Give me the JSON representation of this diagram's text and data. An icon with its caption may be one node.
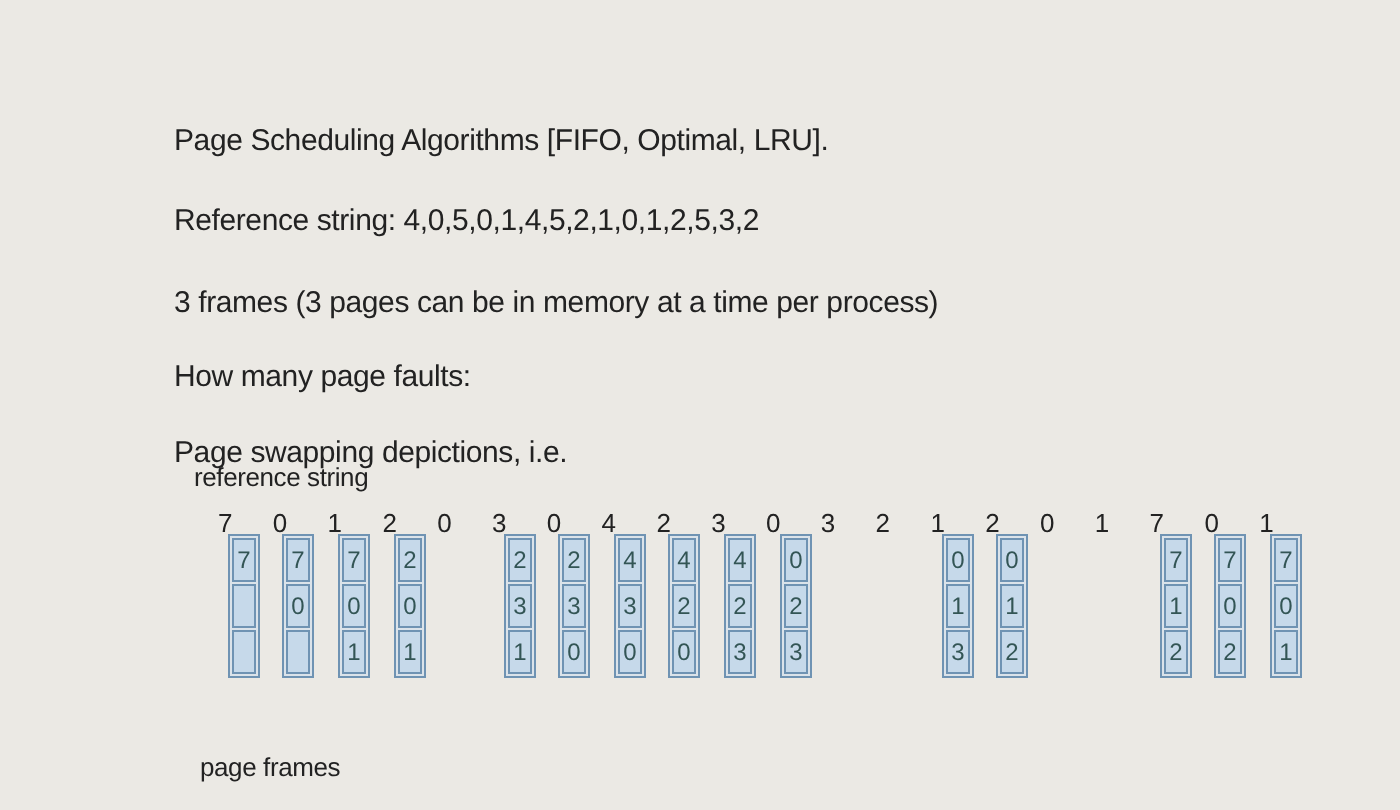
{
  "diagram": {
    "nodes": [
      {
        "text": [],
        "shape": "box"
      },
      {
        "text": [
          "7"
        ],
        "in": 0
      },
      {
        "text": [],
        "shape": "box",
        "in": 0
      },
      {
        "text": [],
        "shape": "box",
        "in": 0
      },
      {
        "text": [],
        "shape": "box"
      },
      {
        "text": [
          "7"
        ],
        "in": 4
      },
      {
        "text": [
          "0"
        ],
        "in": 4
      },
      {
        "text": [],
        "shape": "box",
        "in": 4
      },
      {
        "text": [],
        "shape": "box"
      },
      {
        "text": [
          "7"
        ],
        "in": 8
      },
      {
        "text": [
          "0"
        ],
        "in": 8
      },
      {
        "text": [
          "1"
        ],
        "in": 8
      },
      {
        "text": [],
        "shape": "box"
      },
      {
        "text": [
          "2"
        ],
        "in": 12
      },
      {
        "text": [
          "0"
        ],
        "in": 12
      },
      {
        "text": [
          "1"
        ],
        "in": 12
      },
      {
        "text": [],
        "shape": "box"
      },
      {
        "text": [
          "2"
        ],
        "in": 16
      },
      {
        "text": [
          "3"
        ],
        "in": 16
      },
      {
        "text": [
          "1"
        ],
        "in": 16
      },
      {
        "text": [],
        "shape": "box"
      },
      {
        "text": [
          "2"
        ],
        "in": 20
      },
      {
        "text": [
          "3"
        ],
        "in": 20
      },
      {
        "text": [
          "0"
        ],
        "in": 20
      },
      {
        "text": [],
        "shape": "box"
      },
      {
        "text": [
          "4"
        ],
        "in": 24
      },
      {
        "text": [
          "3"
        ],
        "in": 24
      },
      {
        "text": [
          "0"
        ],
        "in": 24
      },
      {
        "text": [],
        "shape": "box"
      },
      {
        "text": [
          "4"
        ],
        "in": 28
      },
      {
        "text": [
          "2"
        ],
        "in": 28
      },
      {
        "text": [
          "0"
        ],
        "in": 28
      },
      {
        "text": [],
        "shape": "box"
      },
      {
        "text": [
          "4"
        ],
        "in": 32
      },
      {
        "text": [
          "2"
        ],
        "in": 32
      },
      {
        "text": [
          "3"
        ],
        "in": 32
      },
      {
        "text": [],
        "shape": "box"
      },
      {
        "text": [
          "0"
        ],
        "in": 36
      },
      {
        "text": [
          "2"
        ],
        "in": 36
      },
      {
        "text": [
          "3"
        ],
        "in": 36
      },
      {
        "text": [],
        "shape": "box"
      },
      {
        "text": [
          "0"
        ],
        "in": 40
      },
      {
        "text": [
          "1"
        ],
        "in": 40
      },
      {
        "text": [
          "3"
        ],
        "in": 40
      },
      {
        "text": [],
        "shape": "box"
      },
      {
        "text": [
          "0"
        ],
        "in": 44
      },
      {
        "text": [
          "1"
        ],
        "in": 44
      },
      {
        "text": [
          "2"
        ],
        "in": 44
      },
      {
        "text": [],
        "shape": "box"
      },
      {
        "text": [
          "7"
        ],
        "in": 48
      },
      {
        "text": [
          "1"
        ],
        "in": 48
      },
      {
        "text": [
          "2"
        ],
        "in": 48
      },
      {
        "text": [],
        "shape": "box"
      },
      {
        "text": [
          "7"
        ],
        "in": 52
      },
      {
        "text": [
          "0"
        ],
        "in": 52
      },
      {
        "text": [
          "2"
        ],
        "in": 52
      },
      {
        "text": [],
        "shape": "box"
      },
      {
        "text": [
          "7"
        ],
        "in": 56
      },
      {
        "text": [
          "0"
        ],
        "in": 56
      },
      {
        "text": [
          "1"
        ],
        "in": 56
      }
    ],
    "labels": [
      "Page Scheduling Algorithms [FIFO, Optimal, LRU].",
      "Reference string: 4,0,5,0,1,4,5,2,1,0,1,2,5,3,2",
      "3 frames (3 pages can be in memory at a time per process)",
      "How many page faults:",
      "Page swapping depictions, i.e.",
      "reference string",
      "7",
      "0",
      "1",
      "2",
      "0",
      "3",
      "0",
      "4",
      "2",
      "3",
      "0",
      "3",
      "2",
      "1",
      "2",
      "0",
      "1",
      "7",
      "0",
      "1",
      "page frames"
    ]
  }
}
